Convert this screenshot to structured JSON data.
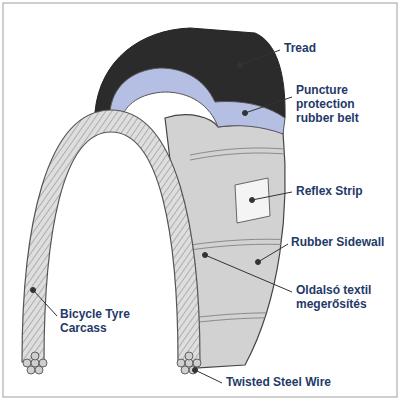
{
  "diagram": {
    "labels": [
      "Tread",
      "Puncture protection rubber belt",
      "Reflex Strip",
      "Rubber Sidewall",
      "Oldalsó textil megerősítés",
      "Bicycle Tyre Carcass",
      "Twisted Steel Wire"
    ]
  }
}
